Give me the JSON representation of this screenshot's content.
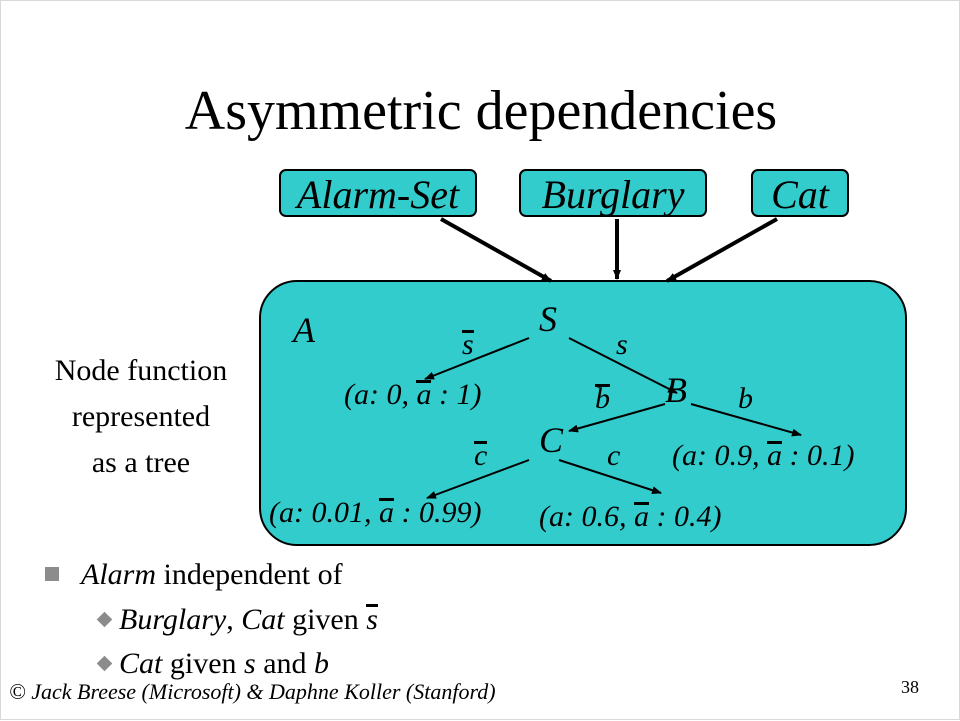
{
  "title": "Asymmetric dependencies",
  "parents": [
    {
      "label": "Alarm-Set"
    },
    {
      "label": "Burglary"
    },
    {
      "label": "Cat"
    }
  ],
  "tree": {
    "box_label": "A",
    "root": "S",
    "s_bar": "s",
    "s": "s",
    "leaf_s_bar": {
      "pre": "(a: 0, ",
      "bar": "a",
      "post": " : 1)"
    },
    "node_b": "B",
    "b_bar": "b",
    "b": "b",
    "leaf_b": {
      "pre": "(a: 0.9, ",
      "bar": "a",
      "post": " : 0.1)"
    },
    "node_c": "C",
    "c_bar": "c",
    "c": "c",
    "leaf_c_bar": {
      "pre": "(a: 0.01, ",
      "bar": "a",
      "post": " : 0.99)"
    },
    "leaf_c": {
      "pre": "(a: 0.6, ",
      "bar": "a",
      "post": " : 0.4)"
    }
  },
  "sidenote": [
    "Node function",
    "represented",
    "as a tree"
  ],
  "bullets": {
    "main": {
      "italic": "Alarm",
      "text": " independent of"
    },
    "sub1": {
      "i1": "Burglary",
      "t1": ", ",
      "i2": "Cat",
      "t2": " given ",
      "bar": "s"
    },
    "sub2": {
      "i1": "Cat",
      "t1": " given ",
      "i2": "s",
      "t2": " and ",
      "i3": "b"
    }
  },
  "footer": "© Jack Breese (Microsoft) & Daphne Koller (Stanford)",
  "page_number": "38",
  "colors": {
    "node_fill": "#33cccc",
    "bullet": "#8c8c8c"
  }
}
